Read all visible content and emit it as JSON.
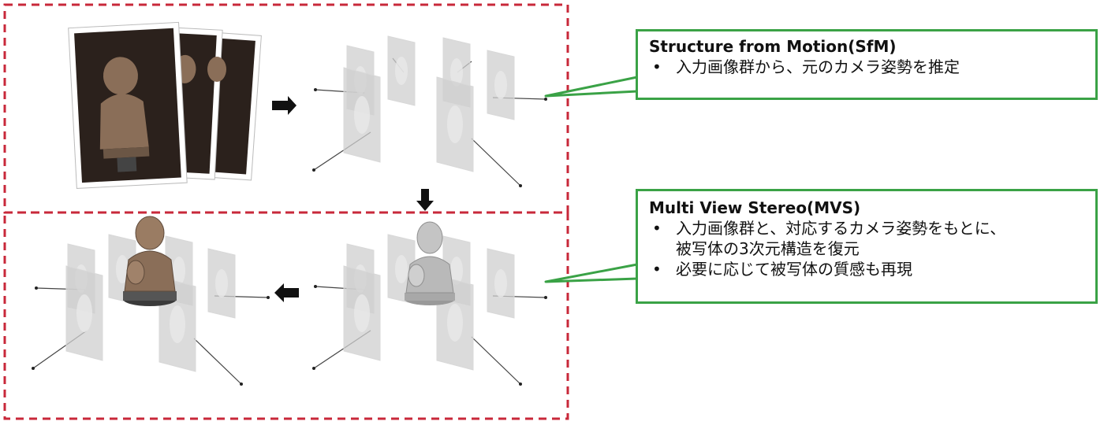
{
  "sfm": {
    "title": "Structure from Motion(SfM)",
    "bullets": [
      "入力画像群から、元のカメラ姿勢を推定"
    ]
  },
  "mvs": {
    "title": "Multi View Stereo(MVS)",
    "bullets": [
      "入力画像群と、対応するカメラ姿勢をもとに、",
      "被写体の3次元構造を復元",
      "必要に応じて被写体の質感も再現"
    ]
  },
  "colors": {
    "dashed_border": "#c8283a",
    "callout_border": "#3aa246",
    "arrow": "#111111",
    "photo_bg": "#2b211c",
    "statue": "#8a6e58",
    "mesh": "#b9b9b9",
    "plane": "#cfcfcf"
  },
  "icons": [
    "arrow-right-icon",
    "arrow-down-icon",
    "arrow-left-icon",
    "statue-photo-icon",
    "camera-plane-icon",
    "mesh-statue-icon",
    "textured-statue-icon"
  ]
}
